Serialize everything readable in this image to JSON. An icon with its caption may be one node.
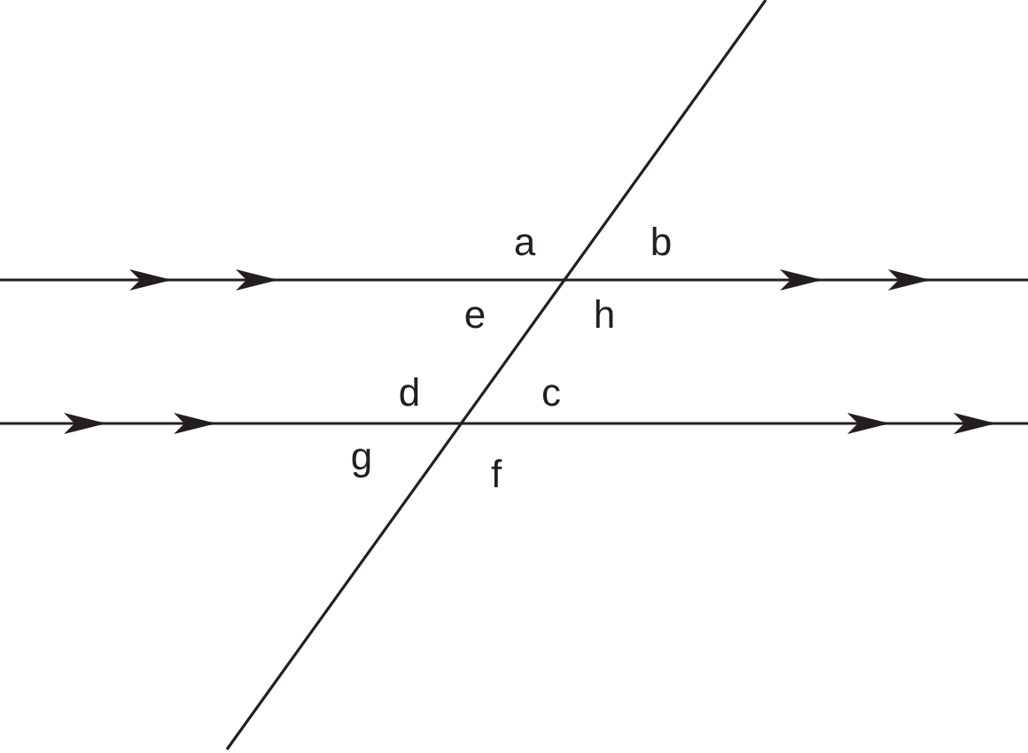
{
  "diagram": {
    "labels": [
      "a",
      "b",
      "e",
      "h",
      "d",
      "c",
      "g",
      "f"
    ]
  }
}
